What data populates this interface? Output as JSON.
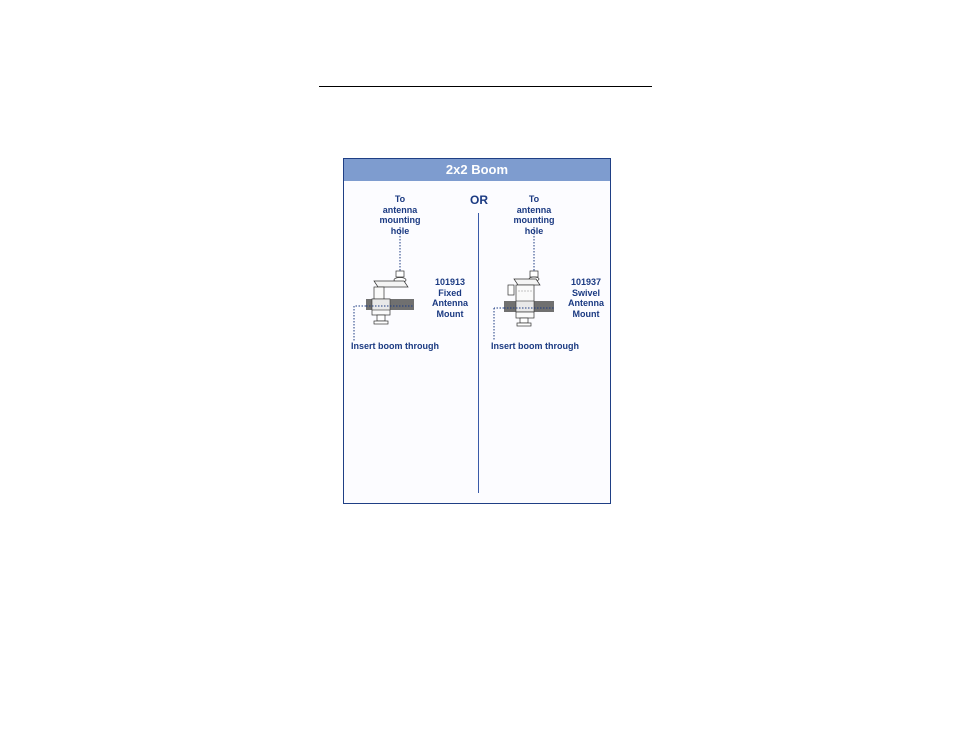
{
  "panel": {
    "title": "2x2 Boom",
    "or_label": "OR"
  },
  "left": {
    "note": "To\nantenna\nmounting\nhole",
    "part_number": "101913",
    "part_line1": "Fixed",
    "part_line2": "Antenna",
    "part_line3": "Mount",
    "insert_label": "Insert boom through"
  },
  "right": {
    "note": "To\nantenna\nmounting\nhole",
    "part_number": "101937",
    "part_line1": "Swivel",
    "part_line2": "Antenna",
    "part_line3": "Mount",
    "insert_label": "Insert boom through"
  },
  "colors": {
    "header_bg": "#7e9ccf",
    "label_blue": "#1b3a82",
    "boom_gray": "#707070"
  }
}
